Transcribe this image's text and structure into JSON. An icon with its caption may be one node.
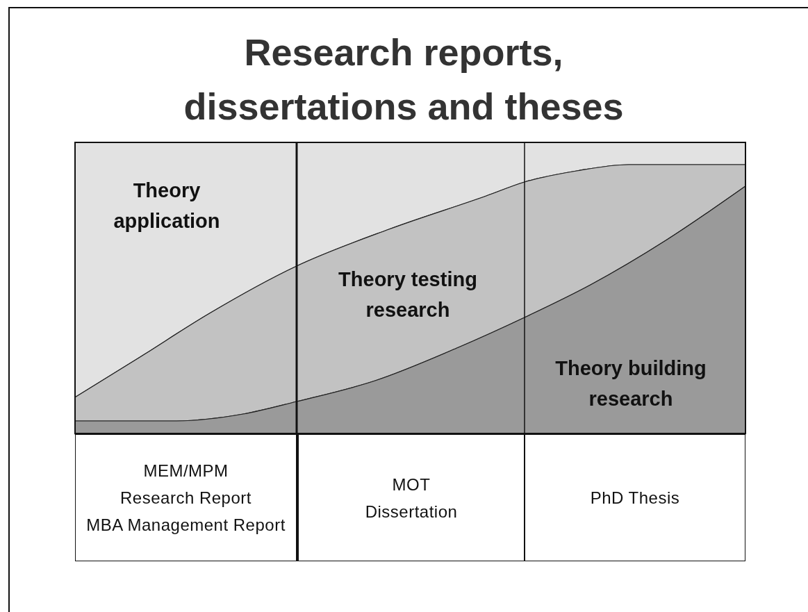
{
  "diagram": {
    "title": "Research reports, dissertations and theses",
    "nodes": [
      {
        "text": [
          "Theory application"
        ]
      },
      {
        "text": [
          "Theory testing research"
        ]
      },
      {
        "text": [
          "Theory building research"
        ]
      },
      {
        "text": [
          "MEM/MPM Research Report",
          "MBA Management Report"
        ]
      },
      {
        "text": [
          "MOT Dissertation"
        ]
      },
      {
        "text": [
          "PhD Thesis"
        ]
      }
    ]
  }
}
